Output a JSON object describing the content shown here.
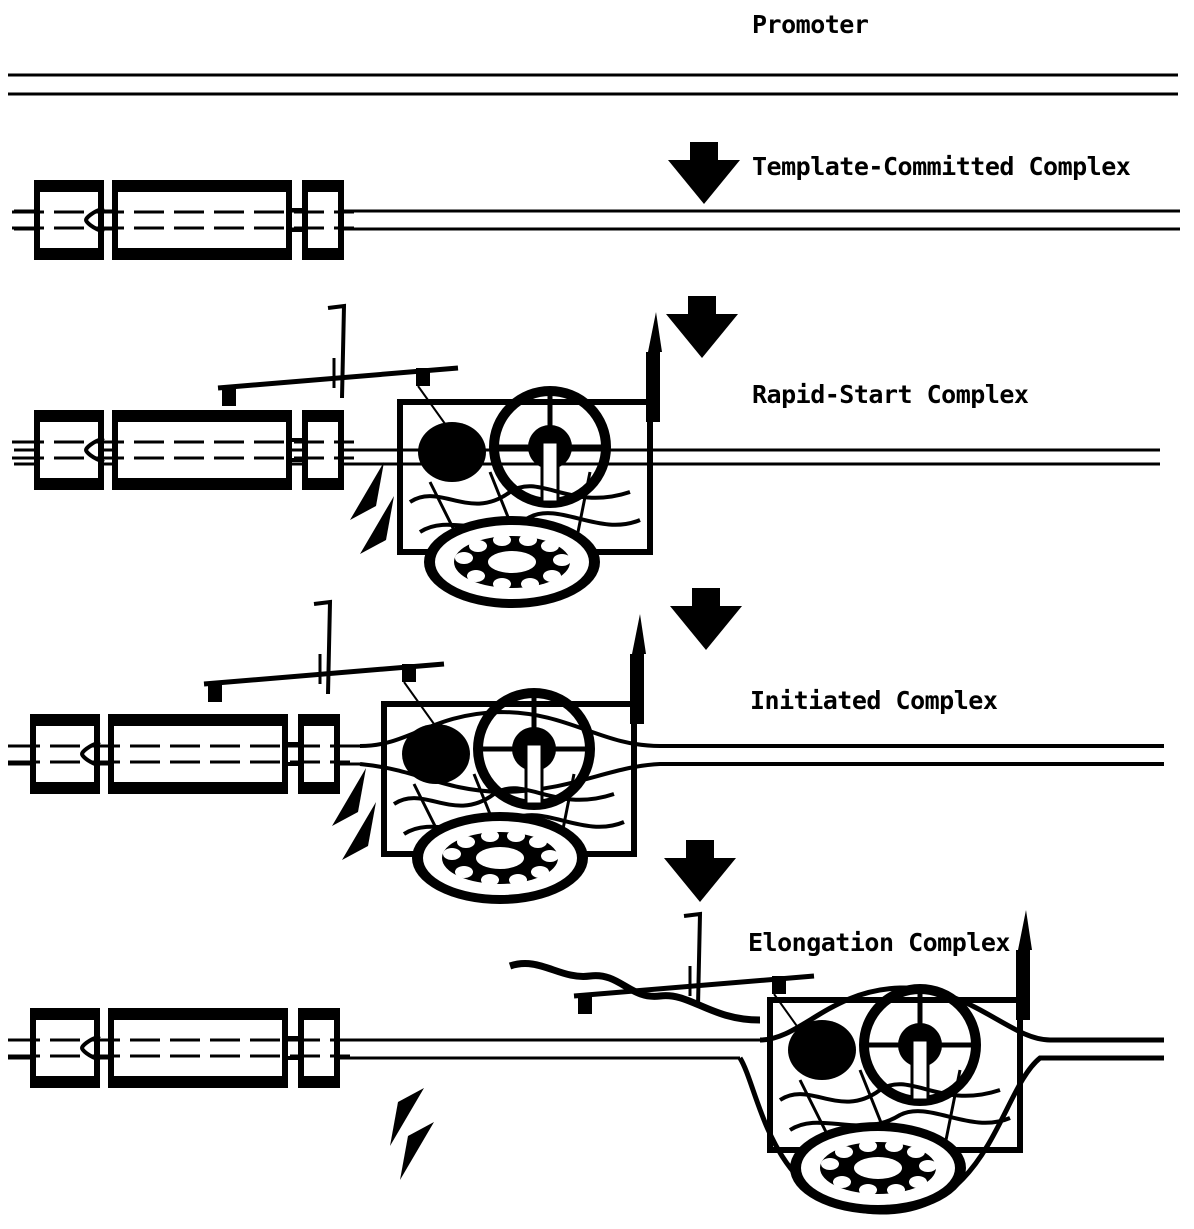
{
  "labels": {
    "promoter": "Promoter",
    "template_committed": "Template-Committed Complex",
    "rapid_start": "Rapid-Start Complex",
    "initiated": "Initiated Complex",
    "elongation": "Elongation Complex"
  },
  "colors": {
    "ink": "#000000",
    "paper": "#ffffff"
  },
  "icons": {
    "transcription_factor_block": "transcription-factor-complex-icon",
    "polymerase": "rna-polymerase-machine-icon",
    "step_arrow": "down-arrow-icon",
    "factor_arrow": "double-chevron-arrow-icon"
  }
}
